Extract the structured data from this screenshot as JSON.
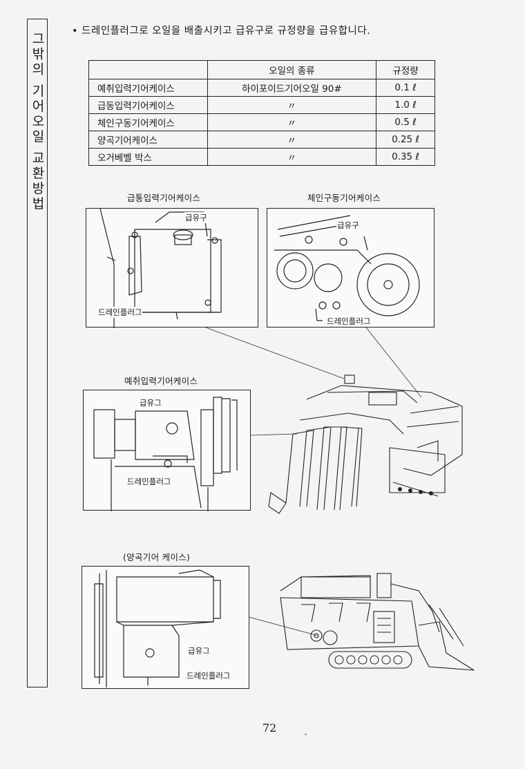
{
  "side_tab": {
    "title": "그밖의 기어오일 교환방법"
  },
  "intro": "• 드레인플러그로 오일을 배출시키고 급유구로 규정량을 급유합니다.",
  "table": {
    "headers": [
      "",
      "오일의 종류",
      "규정량"
    ],
    "rows": [
      [
        "예취입력기어케이스",
        "하이포이드기어오일 90#",
        "0.1 ℓ"
      ],
      [
        "급동입력기어케이스",
        "〃",
        "1.0 ℓ"
      ],
      [
        "체인구동기어케이스",
        "〃",
        "0.5 ℓ"
      ],
      [
        "양곡기어케이스",
        "〃",
        "0.25 ℓ"
      ],
      [
        "오거베벨 박스",
        "〃",
        "0.35 ℓ"
      ]
    ]
  },
  "figures": {
    "fig1": {
      "caption": "급통입력기어케이스",
      "label_fill": "급유구",
      "label_drain": "드레인플러그"
    },
    "fig2": {
      "caption": "체인구동기어케이스",
      "label_fill": "급유구",
      "label_drain": "드레인플러그"
    },
    "fig3": {
      "caption": "예취입력기어케이스",
      "label_fill": "급유그",
      "label_drain": "드레인플러그"
    },
    "fig4": {
      "caption": "(양곡기어 케이스)",
      "label_fill": "급유그",
      "label_drain": "드레인플러그"
    }
  },
  "page_number": "72",
  "footer_mark": "˘"
}
